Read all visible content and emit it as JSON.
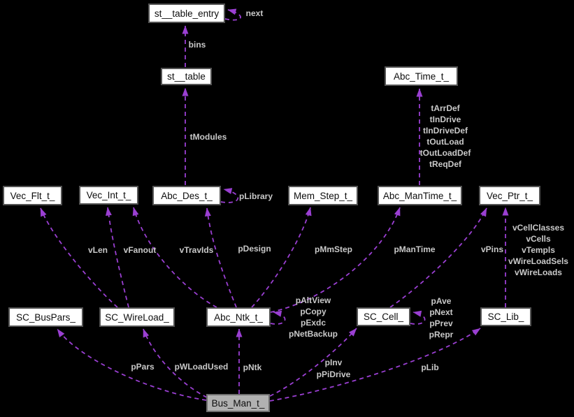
{
  "diagram": {
    "background_color": "#000000",
    "edge_color": "#9a3fd2",
    "node_fill": "#ffffff",
    "node_border": "#545454",
    "focus_node_fill": "#b1b1b1",
    "edge_label_color": "#c9c9c9"
  },
  "nodes": {
    "st_table_entry": {
      "label": "st__table_entry"
    },
    "st_table": {
      "label": "st__table"
    },
    "abc_time": {
      "label": "Abc_Time_t_"
    },
    "vec_flt": {
      "label": "Vec_Flt_t_"
    },
    "vec_int": {
      "label": "Vec_Int_t_"
    },
    "abc_des": {
      "label": "Abc_Des_t_"
    },
    "mem_step": {
      "label": "Mem_Step_t_"
    },
    "abc_mantime": {
      "label": "Abc_ManTime_t_"
    },
    "vec_ptr": {
      "label": "Vec_Ptr_t_"
    },
    "sc_buspars": {
      "label": "SC_BusPars_"
    },
    "sc_wireload": {
      "label": "SC_WireLoad_"
    },
    "abc_ntk": {
      "label": "Abc_Ntk_t_"
    },
    "sc_cell": {
      "label": "SC_Cell_"
    },
    "sc_lib": {
      "label": "SC_Lib_"
    },
    "bus_man": {
      "label": "Bus_Man_t_"
    }
  },
  "edge_labels": {
    "next": "next",
    "bins": "bins",
    "tmodules": "tModules",
    "plibrary": "pLibrary",
    "time_fields": [
      "tArrDef",
      "tInDrive",
      "tInDriveDef",
      "tOutLoad",
      "tOutLoadDef",
      "tReqDef"
    ],
    "vlen": "vLen",
    "vfanout": "vFanout",
    "vtravids": "vTravIds",
    "pdesign": "pDesign",
    "pmmstep": "pMmStep",
    "pmantime": "pManTime",
    "vpins": "vPins",
    "ptr_fields": [
      "vCellClasses",
      "vCells",
      "vTempls",
      "vWireLoadSels",
      "vWireLoads"
    ],
    "ntk_fields": [
      "pAltView",
      "pCopy",
      "pExdc",
      "pNetBackup"
    ],
    "cell_fields": [
      "pAve",
      "pNext",
      "pPrev",
      "pRepr"
    ],
    "ppars": "pPars",
    "pwloadused": "pWLoadUsed",
    "pntk": "pNtk",
    "inv_fields": [
      "pInv",
      "pPiDrive"
    ],
    "plib": "pLib"
  }
}
